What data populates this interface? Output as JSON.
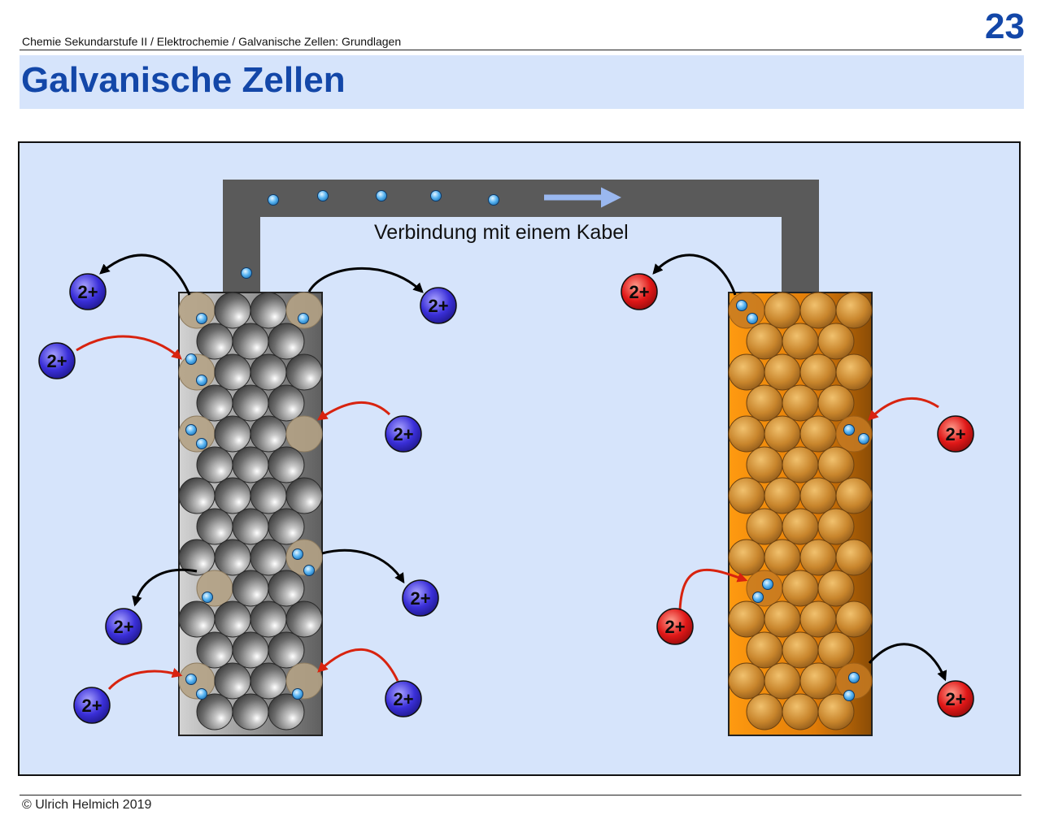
{
  "header": {
    "breadcrumb": "Chemie Sekundarstufe II / Elektrochemie / Galvanische Zellen: Grundlagen",
    "page_number": "23",
    "title": "Galvanische Zellen"
  },
  "diagram": {
    "wire_label": "Verbindung mit einem Kabel",
    "ion_label": "2+",
    "colors": {
      "zinc_ion": "#3a2fd8",
      "copper_ion": "#e01818",
      "electron": "#58b4f2",
      "wire": "#5a5a5a",
      "electron_flow_arrow": "#9ab8f0",
      "incoming_arrow": "#d8230f",
      "outgoing_arrow": "#000000",
      "zinc_atom": "#8e8e8e",
      "copper_atom": "#c8852c"
    }
  },
  "footer": {
    "copyright": "© Ulrich Helmich 2019"
  }
}
